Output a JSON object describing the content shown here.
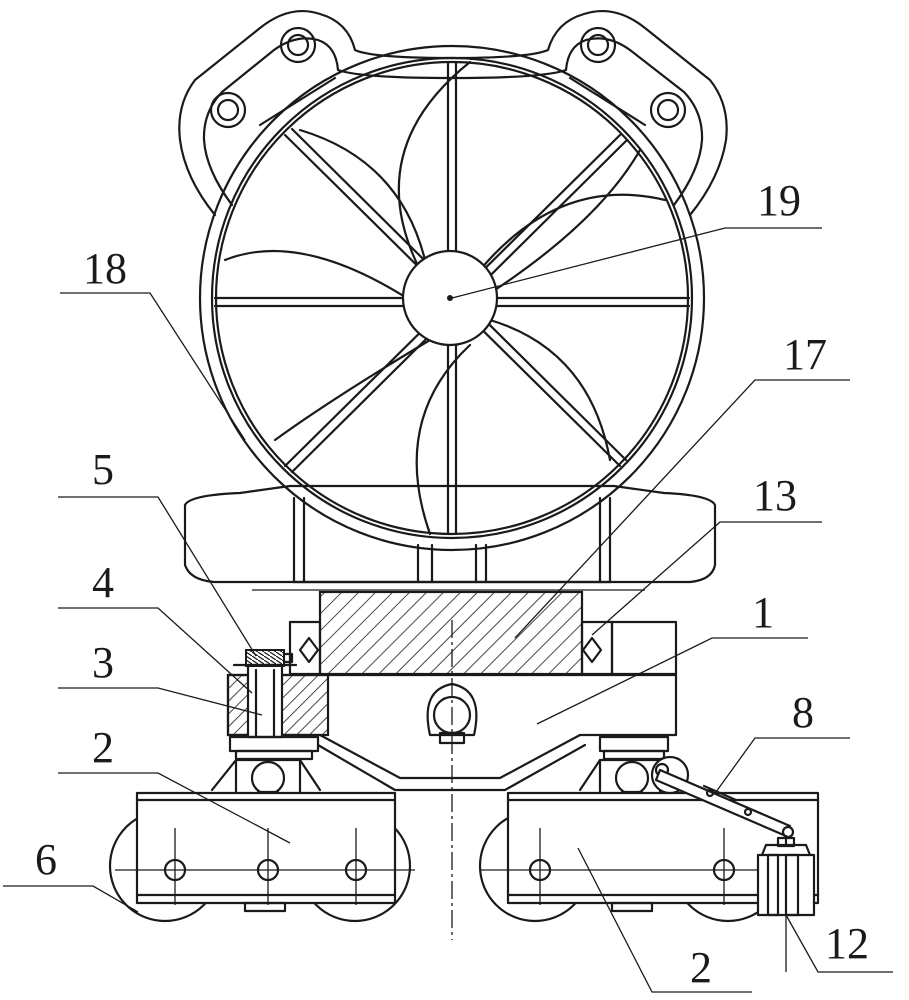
{
  "callouts": [
    {
      "id": "18",
      "label": "18"
    },
    {
      "id": "19",
      "label": "19"
    },
    {
      "id": "17",
      "label": "17"
    },
    {
      "id": "5",
      "label": "5"
    },
    {
      "id": "13",
      "label": "13"
    },
    {
      "id": "4",
      "label": "4"
    },
    {
      "id": "1",
      "label": "1"
    },
    {
      "id": "3",
      "label": "3"
    },
    {
      "id": "8",
      "label": "8"
    },
    {
      "id": "2a",
      "label": "2"
    },
    {
      "id": "6",
      "label": "6"
    },
    {
      "id": "2b",
      "label": "2"
    },
    {
      "id": "12",
      "label": "12"
    }
  ]
}
